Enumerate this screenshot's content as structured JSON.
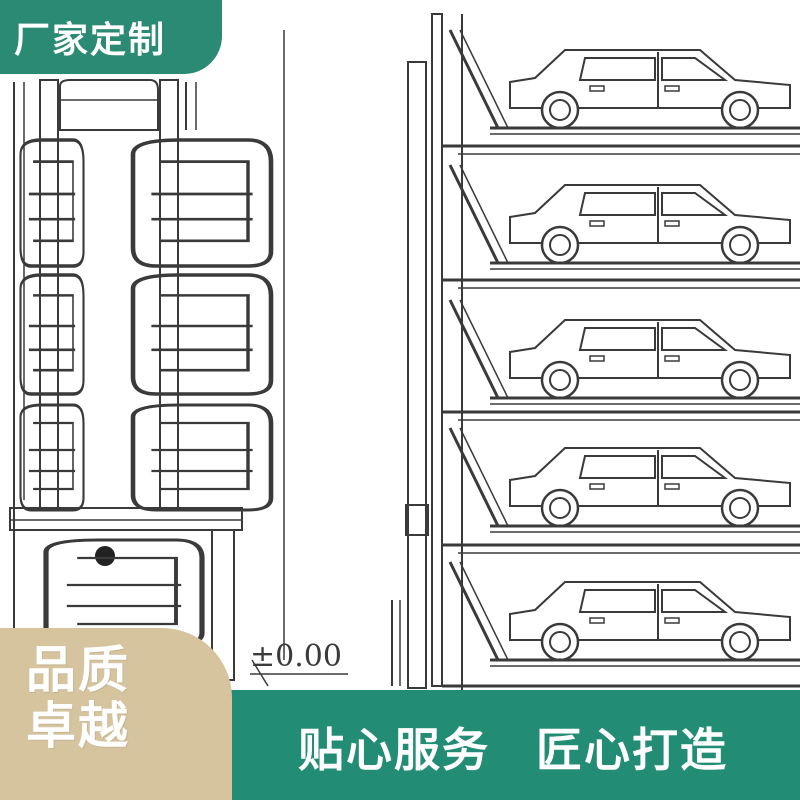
{
  "banner": {
    "title": "厂家定制"
  },
  "badge": {
    "line1": "品质",
    "line2": "卓越"
  },
  "slogans": {
    "left": "贴心服务",
    "right": "匠心打造"
  },
  "drawing": {
    "elevation_label": "±0.00"
  },
  "colors": {
    "brand_green": "#2a8a73",
    "band_green": "#238c74",
    "badge_tan": "#d6c49f",
    "line": "#3a3a3a"
  }
}
